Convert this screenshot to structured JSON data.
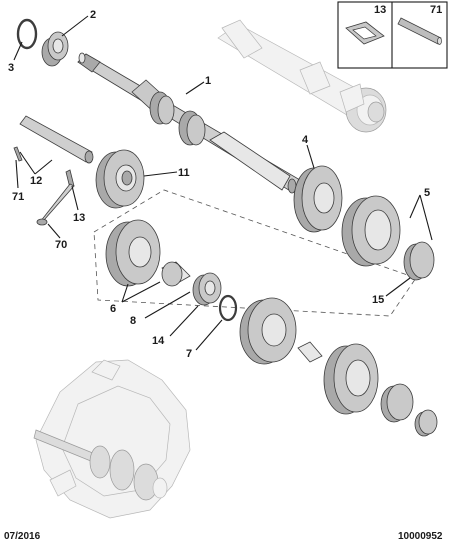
{
  "callouts": {
    "c1": "1",
    "c2": "2",
    "c3": "3",
    "c4": "4",
    "c5": "5",
    "c6": "6",
    "c7": "7",
    "c8": "8",
    "c11": "11",
    "c12": "12",
    "c13": "13",
    "c14": "14",
    "c15": "15",
    "c70": "70",
    "c71": "71"
  },
  "inset": {
    "label_13": "13",
    "label_71": "71"
  },
  "footer": {
    "date": "07/2016",
    "reference": "10000952"
  }
}
